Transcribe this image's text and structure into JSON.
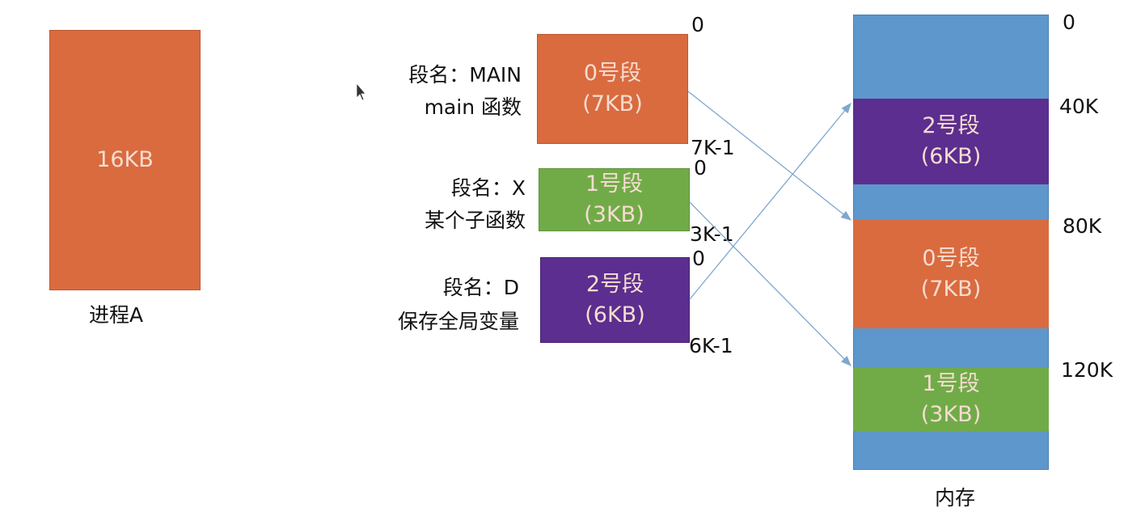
{
  "process": {
    "size_label": "16KB",
    "name": "进程A"
  },
  "segments": [
    {
      "title": "0号段",
      "size": "(7KB)",
      "name_label": "段名：MAIN",
      "desc": "main 函数",
      "start": "0",
      "end": "7K-1"
    },
    {
      "title": "1号段",
      "size": "(3KB)",
      "name_label": "段名：X",
      "desc": "某个子函数",
      "start": "0",
      "end": "3K-1"
    },
    {
      "title": "2号段",
      "size": "(6KB)",
      "name_label": "段名：D",
      "desc": "保存全局变量",
      "start": "0",
      "end": "6K-1"
    }
  ],
  "memory": {
    "label": "内存",
    "addresses": [
      "0",
      "40K",
      "80K",
      "120K"
    ],
    "blocks": [
      {
        "title": "2号段",
        "size": "(6KB)"
      },
      {
        "title": "0号段",
        "size": "(7KB)"
      },
      {
        "title": "1号段",
        "size": "(3KB)"
      }
    ]
  },
  "colors": {
    "orange": "#D96B3F",
    "green": "#71AB48",
    "purple": "#5B2E8F",
    "blue": "#5E97CC",
    "arrow": "#7FA6D0"
  }
}
